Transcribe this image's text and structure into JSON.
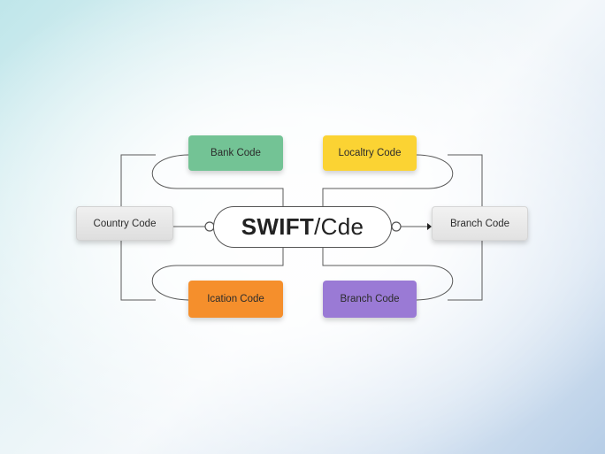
{
  "center": {
    "bold_part": "SWIFT",
    "rest": "/Cde"
  },
  "nodes": {
    "bank": "Bank Code",
    "locality": "Localtry Code",
    "country": "Country Code",
    "branch_right": "Branch Code",
    "location": "Ication Code",
    "branch_bottom": "Branch Code"
  },
  "colors": {
    "bank": "#73c395",
    "locality": "#fbd333",
    "location": "#f58f2c",
    "branch_bottom": "#9a7ad5",
    "neutral": "#e8e8e8"
  }
}
